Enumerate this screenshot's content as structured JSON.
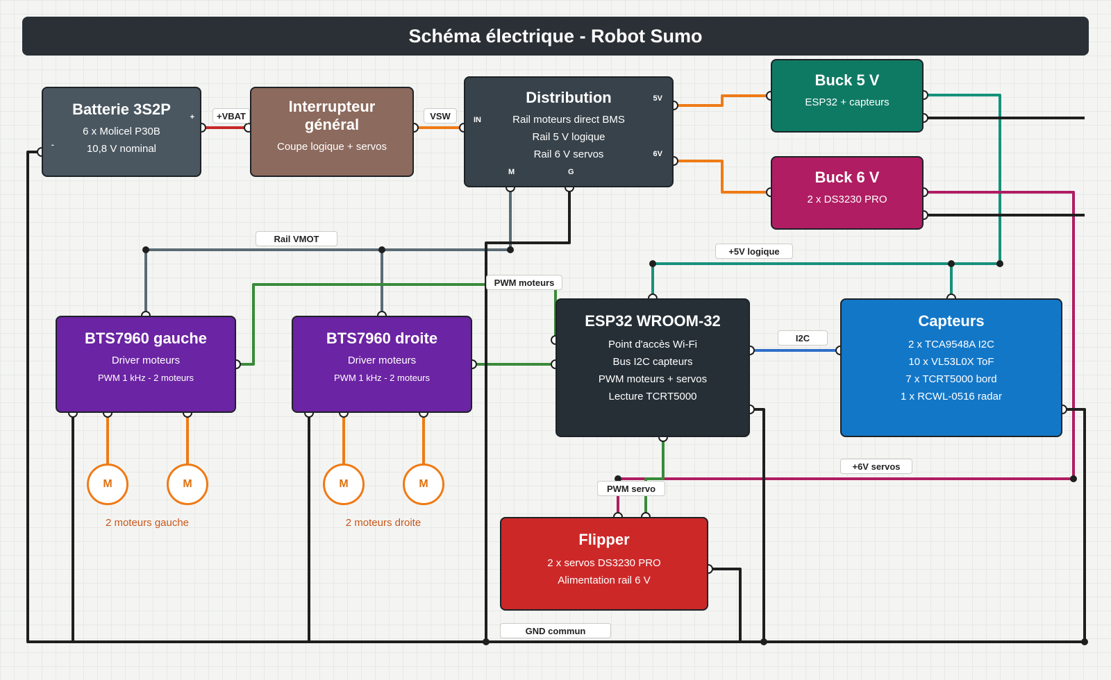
{
  "title": "Schéma électrique - Robot Sumo",
  "colors": {
    "background": "#f4f5f3",
    "battery": "#4a5760",
    "switch": "#8c6a5d",
    "distribution": "#37424a",
    "buck5": "#0f7a64",
    "buck6": "#b01d62",
    "bts": "#6b24a3",
    "esp32": "#262f36",
    "sensors": "#1377c8",
    "flipper": "#cd2828",
    "wire_orange": "#ef7a15",
    "wire_red": "#c62828",
    "wire_teal": "#16917a",
    "wire_magenta": "#b01d62",
    "wire_slate": "#5a6b75",
    "wire_green": "#3a8a3a",
    "wire_blue": "#2f6fc7",
    "wire_ground": "#1f1f1f"
  },
  "blocks": {
    "battery": {
      "title": "Batterie 3S2P",
      "lines": [
        "6 x Molicel P30B",
        "10,8 V nominal"
      ],
      "pin_plus": "+",
      "pin_minus": "-"
    },
    "switch": {
      "title": "Interrupteur général",
      "lines": [
        "Coupe logique + servos"
      ]
    },
    "distribution": {
      "title": "Distribution",
      "lines": [
        "Rail moteurs direct BMS",
        "Rail 5 V logique",
        "Rail 6 V servos"
      ],
      "pin_in": "IN",
      "pin_5v": "5V",
      "pin_6v": "6V",
      "pin_m": "M",
      "pin_g": "G"
    },
    "buck5": {
      "title": "Buck 5 V",
      "lines": [
        "ESP32 + capteurs"
      ]
    },
    "buck6": {
      "title": "Buck 6 V",
      "lines": [
        "2 x DS3230 PRO"
      ]
    },
    "bts_left": {
      "title": "BTS7960 gauche",
      "lines": [
        "Driver moteurs",
        "PWM 1 kHz - 2 moteurs"
      ]
    },
    "bts_right": {
      "title": "BTS7960 droite",
      "lines": [
        "Driver moteurs",
        "PWM 1 kHz - 2 moteurs"
      ]
    },
    "esp32": {
      "title": "ESP32 WROOM-32",
      "lines": [
        "Point d'accès Wi-Fi",
        "Bus I2C capteurs",
        "PWM moteurs + servos",
        "Lecture TCRT5000"
      ]
    },
    "sensors": {
      "title": "Capteurs",
      "lines": [
        "2 x TCA9548A I2C",
        "10 x VL53L0X ToF",
        "7 x TCRT5000 bord",
        "1 x RCWL-0516 radar"
      ]
    },
    "flipper": {
      "title": "Flipper",
      "lines": [
        "2 x servos DS3230 PRO",
        "Alimentation rail 6 V"
      ]
    }
  },
  "motors": {
    "symbol": "M",
    "left_caption": "2 moteurs gauche",
    "right_caption": "2 moteurs droite"
  },
  "wire_labels": {
    "vbat": "+VBAT",
    "vsw": "VSW",
    "rail_vmot": "Rail VMOT",
    "logic_5v": "+5V logique",
    "pwm_motors": "PWM moteurs",
    "i2c": "I2C",
    "servos_6v": "+6V servos",
    "pwm_servo": "PWM servo",
    "gnd": "GND commun"
  }
}
